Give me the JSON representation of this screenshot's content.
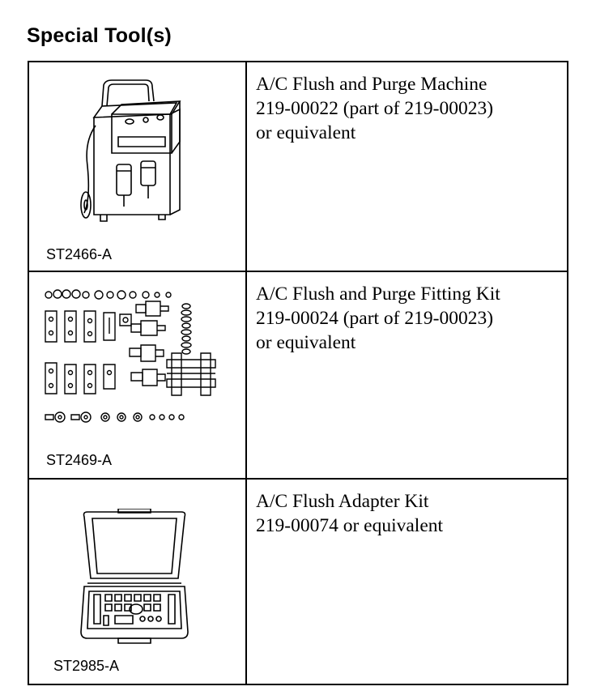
{
  "heading": "Special Tool(s)",
  "tools": [
    {
      "figure_id": "ST2466-A",
      "illustration": "ac-flush-purge-machine-illustration",
      "lines": [
        "A/C Flush and Purge Machine",
        "219-00022 (part of 219-00023)",
        "or equivalent"
      ]
    },
    {
      "figure_id": "ST2469-A",
      "illustration": "fitting-kit-illustration",
      "lines": [
        "A/C Flush and Purge Fitting Kit",
        "219-00024 (part of 219-00023)",
        "or equivalent"
      ]
    },
    {
      "figure_id": "ST2985-A",
      "illustration": "adapter-kit-case-illustration",
      "lines": [
        "A/C Flush Adapter Kit",
        "219-00074 or equivalent"
      ]
    }
  ]
}
